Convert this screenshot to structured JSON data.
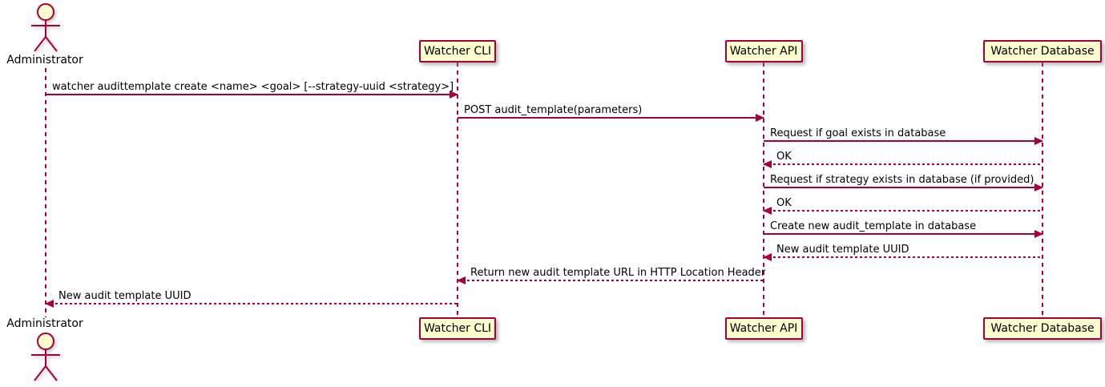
{
  "diagram": {
    "type": "sequence-diagram",
    "colors": {
      "accent": "#A80036",
      "participant_fill": "#FEFECE",
      "background": "#FFFFFF",
      "text": "#000000"
    },
    "actor": {
      "id": "administrator",
      "name": "Administrator",
      "icon": "stick-figure-icon"
    },
    "participants": [
      {
        "id": "watcher_cli",
        "label": "Watcher CLI"
      },
      {
        "id": "watcher_api",
        "label": "Watcher API"
      },
      {
        "id": "watcher_db",
        "label": "Watcher Database"
      }
    ],
    "messages": [
      {
        "from": "administrator",
        "to": "watcher_cli",
        "line": "solid",
        "text": "watcher audittemplate create <name> <goal> [--strategy-uuid <strategy>]"
      },
      {
        "from": "watcher_cli",
        "to": "watcher_api",
        "line": "solid",
        "text": "POST audit_template(parameters)"
      },
      {
        "from": "watcher_api",
        "to": "watcher_db",
        "line": "solid",
        "text": "Request if goal exists in database"
      },
      {
        "from": "watcher_db",
        "to": "watcher_api",
        "line": "dashed",
        "text": "OK"
      },
      {
        "from": "watcher_api",
        "to": "watcher_db",
        "line": "solid",
        "text": "Request if strategy exists in database (if provided)"
      },
      {
        "from": "watcher_db",
        "to": "watcher_api",
        "line": "dashed",
        "text": "OK"
      },
      {
        "from": "watcher_api",
        "to": "watcher_db",
        "line": "solid",
        "text": "Create new audit_template in database"
      },
      {
        "from": "watcher_db",
        "to": "watcher_api",
        "line": "dashed",
        "text": "New audit template UUID"
      },
      {
        "from": "watcher_api",
        "to": "watcher_cli",
        "line": "dashed",
        "text": "Return new audit template URL in HTTP Location Header"
      },
      {
        "from": "watcher_cli",
        "to": "administrator",
        "line": "dashed",
        "text": "New audit template UUID"
      }
    ]
  }
}
